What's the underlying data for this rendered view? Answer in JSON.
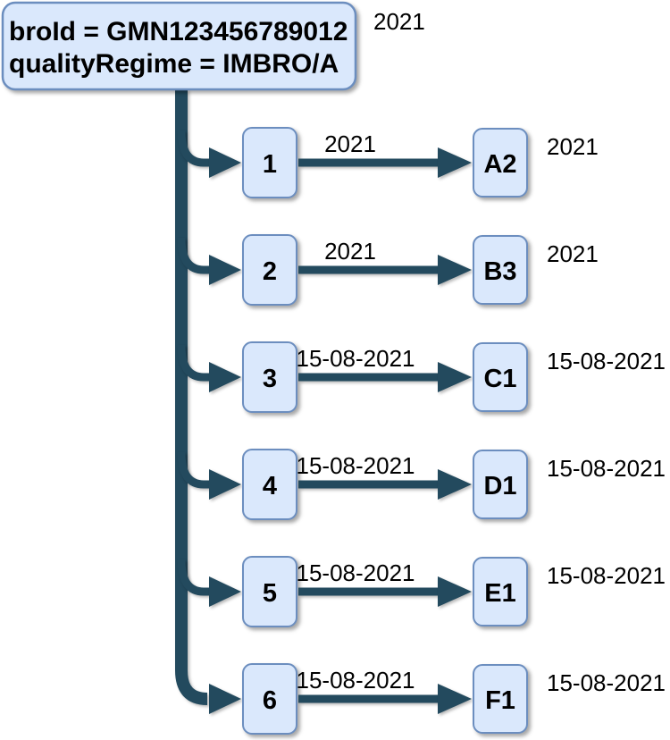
{
  "diagram": {
    "root": {
      "line1": "broId = GMN123456789012",
      "line2": "qualityRegime = IMBRO/A",
      "annotation": "2021"
    },
    "rows": [
      {
        "source": "1",
        "target": "A2",
        "edge_label": "2021",
        "annotation": "2021"
      },
      {
        "source": "2",
        "target": "B3",
        "edge_label": "2021",
        "annotation": "2021"
      },
      {
        "source": "3",
        "target": "C1",
        "edge_label": "15-08-2021",
        "annotation": "15-08-2021"
      },
      {
        "source": "4",
        "target": "D1",
        "edge_label": "15-08-2021",
        "annotation": "15-08-2021"
      },
      {
        "source": "5",
        "target": "E1",
        "edge_label": "15-08-2021",
        "annotation": "15-08-2021"
      },
      {
        "source": "6",
        "target": "F1",
        "edge_label": "15-08-2021",
        "annotation": "15-08-2021"
      }
    ],
    "colors": {
      "node_fill": "#dae8fc",
      "node_stroke": "#6c8ebf",
      "connector": "#234a5e",
      "text": "#000000",
      "background": "#ffffff"
    }
  }
}
